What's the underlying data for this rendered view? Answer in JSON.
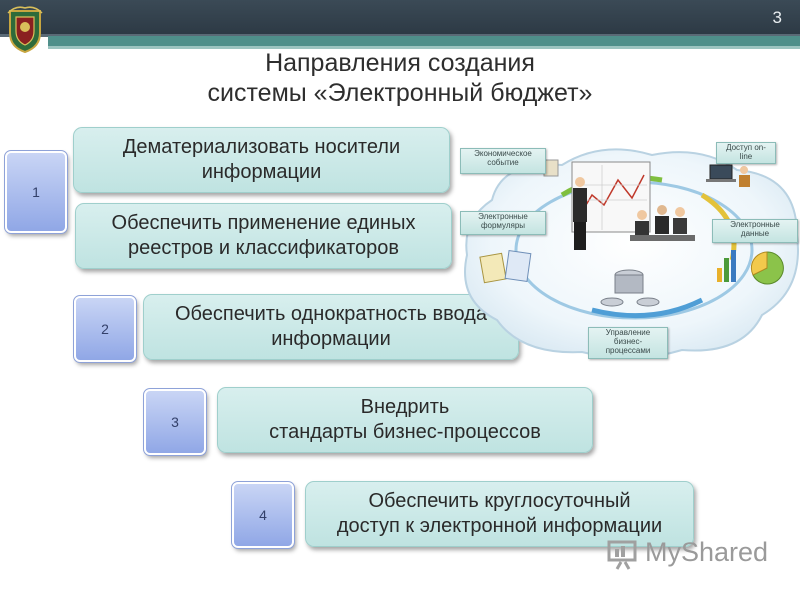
{
  "slide": {
    "page_number": "3",
    "title_line1": "Направления создания",
    "title_line2": "системы «Электронный бюджет»"
  },
  "items": [
    {
      "number": "1",
      "boxes": [
        "Дематериализовать носители информации",
        "Обеспечить применение единых реестров и классификаторов"
      ]
    },
    {
      "number": "2",
      "boxes": [
        "Обеспечить однократность ввода информации"
      ]
    },
    {
      "number": "3",
      "boxes": [
        "Внедрить стандарты бизнес-процессов"
      ]
    },
    {
      "number": "4",
      "boxes": [
        "Обеспечить круглосуточный доступ к электронной информации"
      ]
    }
  ],
  "box_lines": {
    "b1": [
      "Дематериализовать носители",
      "информации"
    ],
    "b2": [
      "Обеспечить применение единых",
      "реестров и классификаторов"
    ],
    "b3": [
      "Обеспечить однократность ввода",
      "информации"
    ],
    "b4": [
      "Внедрить",
      "стандарты бизнес-процессов"
    ],
    "b5": [
      "Обеспечить круглосуточный",
      "доступ к электронной информации"
    ]
  },
  "diagram": {
    "economic_event": [
      "Экономическое",
      "событие"
    ],
    "online_access": [
      "Доступ on-",
      "line"
    ],
    "e_forms": [
      "Электронные",
      "формуляры"
    ],
    "e_data": [
      "Электронные",
      "данные"
    ],
    "bp_management": [
      "Управление",
      "бизнес-",
      "процессами"
    ]
  },
  "watermark": "MyShared",
  "colors": {
    "box_fill": "#c9e8e6",
    "number_fill": "#a8bbee",
    "header": "#2f3c47",
    "teal": "#4f8f8a"
  }
}
